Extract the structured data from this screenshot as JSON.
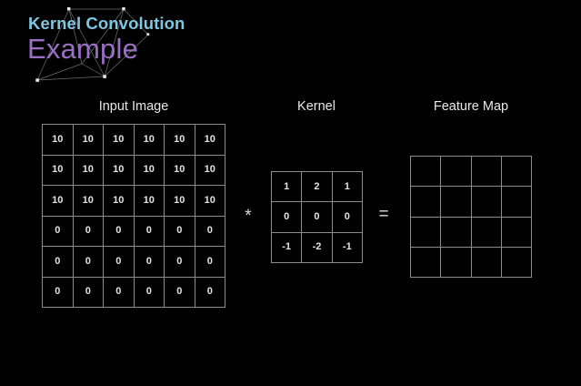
{
  "title": {
    "main": "Kernel Convolution",
    "sub": "Example",
    "main_color": "#7fc6e0",
    "sub_color": "#9b6fc4",
    "decoration": "network-graph-icon"
  },
  "background_color": "#000000",
  "panels": [
    {
      "id": "input-image",
      "heading": "Input Image",
      "rows": 6,
      "cols": 6,
      "values": [
        [
          "10",
          "10",
          "10",
          "10",
          "10",
          "10"
        ],
        [
          "10",
          "10",
          "10",
          "10",
          "10",
          "10"
        ],
        [
          "10",
          "10",
          "10",
          "10",
          "10",
          "10"
        ],
        [
          "0",
          "0",
          "0",
          "0",
          "0",
          "0"
        ],
        [
          "0",
          "0",
          "0",
          "0",
          "0",
          "0"
        ],
        [
          "0",
          "0",
          "0",
          "0",
          "0",
          "0"
        ]
      ]
    },
    {
      "id": "kernel",
      "heading": "Kernel",
      "rows": 3,
      "cols": 3,
      "values": [
        [
          "1",
          "2",
          "1"
        ],
        [
          "0",
          "0",
          "0"
        ],
        [
          "-1",
          "-2",
          "-1"
        ]
      ]
    },
    {
      "id": "feature-map",
      "heading": "Feature Map",
      "rows": 4,
      "cols": 4,
      "values": [
        [
          "",
          "",
          "",
          ""
        ],
        [
          "",
          "",
          "",
          ""
        ],
        [
          "",
          "",
          "",
          ""
        ],
        [
          "",
          "",
          "",
          ""
        ]
      ]
    }
  ],
  "operators": {
    "convolve": "*",
    "equals": "="
  },
  "grid_line_color": "#8c8c8c",
  "cell_text_color": "#e3e3e3"
}
